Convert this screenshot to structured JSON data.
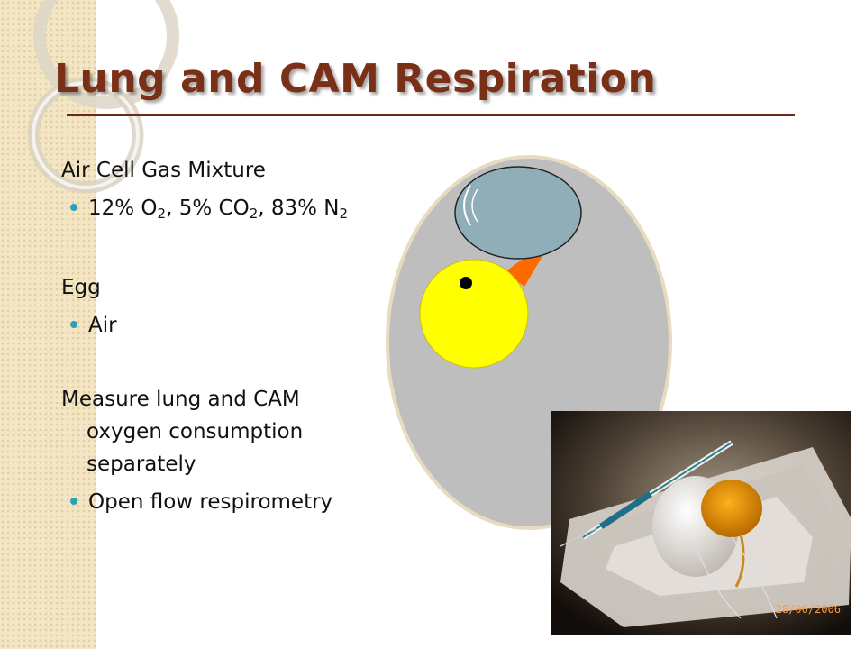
{
  "slide": {
    "title": "Lung and CAM Respiration",
    "items": {
      "heading1": "Air Cell Gas Mixture",
      "gas_o2": "12% O",
      "gas_o2_sub": "2",
      "gas_co2": ", 5% CO",
      "gas_co2_sub": "2",
      "gas_n2": ", 83% N",
      "gas_n2_sub": "2",
      "heading2": "Egg",
      "bullet_air": "Air",
      "heading3_line1": "Measure lung and CAM",
      "heading3_line2": "oxygen consumption",
      "heading3_line3": "separately",
      "bullet_flow": "Open flow respirometry"
    },
    "photo": {
      "date_stamp": "28/06/2006"
    },
    "colors": {
      "title": "#7a2f17",
      "bullet": "#2e9fb8",
      "egg_shell": "#bebebe",
      "air_cell": "#8faeb8",
      "yolk": "#ffff00",
      "beak": "#ff6600"
    }
  }
}
